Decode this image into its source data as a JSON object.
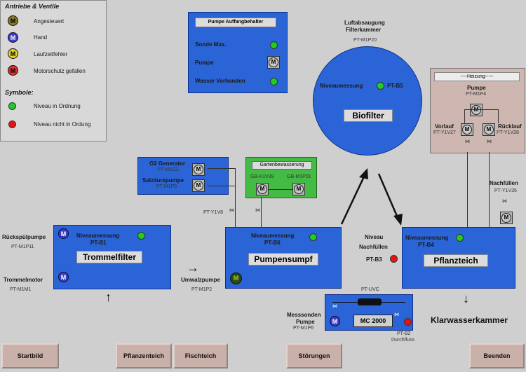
{
  "colors": {
    "background": "#cfcfcf",
    "block_blue": "#2a64d6",
    "ok_green": "#22cc22",
    "err_red": "#ee1111",
    "motor_olive": "#8a7a24",
    "motor_blue": "#3b3bd0",
    "motor_yellow": "#e5d12a",
    "heating_bg": "#cdb7b0",
    "garden_bg": "#44bb44"
  },
  "legend": {
    "title_drives": "Antriebe & Ventile",
    "items": [
      {
        "icon": "motor-olive-icon",
        "label": "Angesteuert"
      },
      {
        "icon": "motor-blue-icon",
        "label": "Hand"
      },
      {
        "icon": "motor-yellow-icon",
        "label": "Laufzeitfehler"
      },
      {
        "icon": "motor-red-icon",
        "label": "Motorschutz gefallen"
      }
    ],
    "title_symbols": "Symbole:",
    "symbols": [
      {
        "icon": "green-dot-icon",
        "label": "Niveau in Ordnung"
      },
      {
        "icon": "red-dot-icon",
        "label": "Niveau nicht in Ordung"
      }
    ]
  },
  "motor_letter": "M",
  "pump_tank": {
    "title": "Pumpe Auffangbehalter",
    "rows": [
      "Sonde Max.",
      "Pumpe",
      "Wasser Vorhanden"
    ]
  },
  "biofilter": {
    "label": "Biofilter",
    "level_label": "Niveaumessung",
    "level_tag": "PT-B5",
    "intake_title_1": "Luftabsaugung",
    "intake_title_2": "Filterkammer",
    "intake_tag": "PT-M1P20"
  },
  "heating": {
    "title": "----Heizung-----",
    "pump_label": "Pumpe",
    "pump_tag": "PT-M1P4",
    "supply_label": "Vorlauf",
    "supply_tag": "PT-Y1V27",
    "return_label": "Rücklauf",
    "return_tag": "PT-Y1V28"
  },
  "o2": {
    "gen_label": "O2 Generator",
    "gen_tag": "PT-M1G2",
    "acid_label": "Salzäurepumpe",
    "acid_tag": "PT-M1P5",
    "valve_tag": "PT-Y1V8"
  },
  "garden": {
    "title": "Gartenbewasserung",
    "valve_tag": "GB-K1V39",
    "pump_tag": "GB-M1P01"
  },
  "drum_filter": {
    "label": "Trommelfilter",
    "level_label": "Niveaumessung",
    "level_tag": "PT-B1",
    "backwash_label": "Rückspülpumpe",
    "backwash_tag": "PT-M1P11",
    "drum_label": "Trommelmotor",
    "drum_tag": "PT-M1M1"
  },
  "sump": {
    "label": "Pumpensumpf",
    "level_label": "Niveaumessung",
    "level_tag": "PT-B6",
    "circ_label": "Umwalzpumpe",
    "circ_tag": "PT-M1P2"
  },
  "plant_pond": {
    "label": "Pflanzteich",
    "level_label": "Niveaumessung",
    "level_tag": "PT-B4",
    "refill_label": "Nachfüllen",
    "refill_tag": "PT-Y1V35",
    "niveau_label": "Niveau",
    "niveau_refill_label": "Nachfüllen",
    "niveau_tag": "PT-B3"
  },
  "probe": {
    "uvc_tag": "PT-UVC",
    "controller": "MC 2000",
    "pump_label_1": "Messsonden",
    "pump_label_2": "Pumpe",
    "pump_tag": "PT-M1P6",
    "flow_tag": "PT-B2",
    "flow_label": "Durchfluss"
  },
  "clear_water": "Klarwasserkammer",
  "buttons": {
    "start": "Startbild",
    "plant": "Pflanzenteich",
    "fish": "Fischteich",
    "faults": "Störungen",
    "quit": "Beenden"
  }
}
